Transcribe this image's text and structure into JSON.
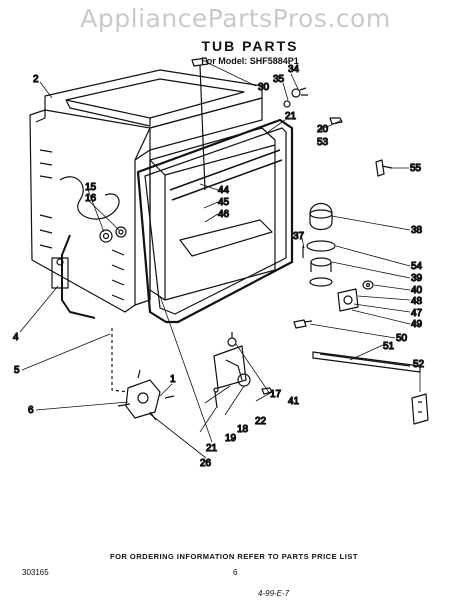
{
  "watermark": "AppliancePartsPros.com",
  "title": "TUB PARTS",
  "model_line": "For Model: SHF5884P1",
  "callouts": [
    "2",
    "30",
    "34",
    "35",
    "21",
    "20",
    "53",
    "55",
    "15",
    "16",
    "44",
    "45",
    "46",
    "38",
    "37",
    "54",
    "39",
    "40",
    "48",
    "47",
    "49",
    "50",
    "51",
    "52",
    "4",
    "5",
    "1",
    "6",
    "17",
    "41",
    "22",
    "18",
    "19",
    "21",
    "26"
  ],
  "footer_text": "FOR ORDERING INFORMATION REFER TO PARTS PRICE LIST",
  "doc_number": "303165",
  "page_number": "6",
  "handwritten_note": "4-99-E-7"
}
